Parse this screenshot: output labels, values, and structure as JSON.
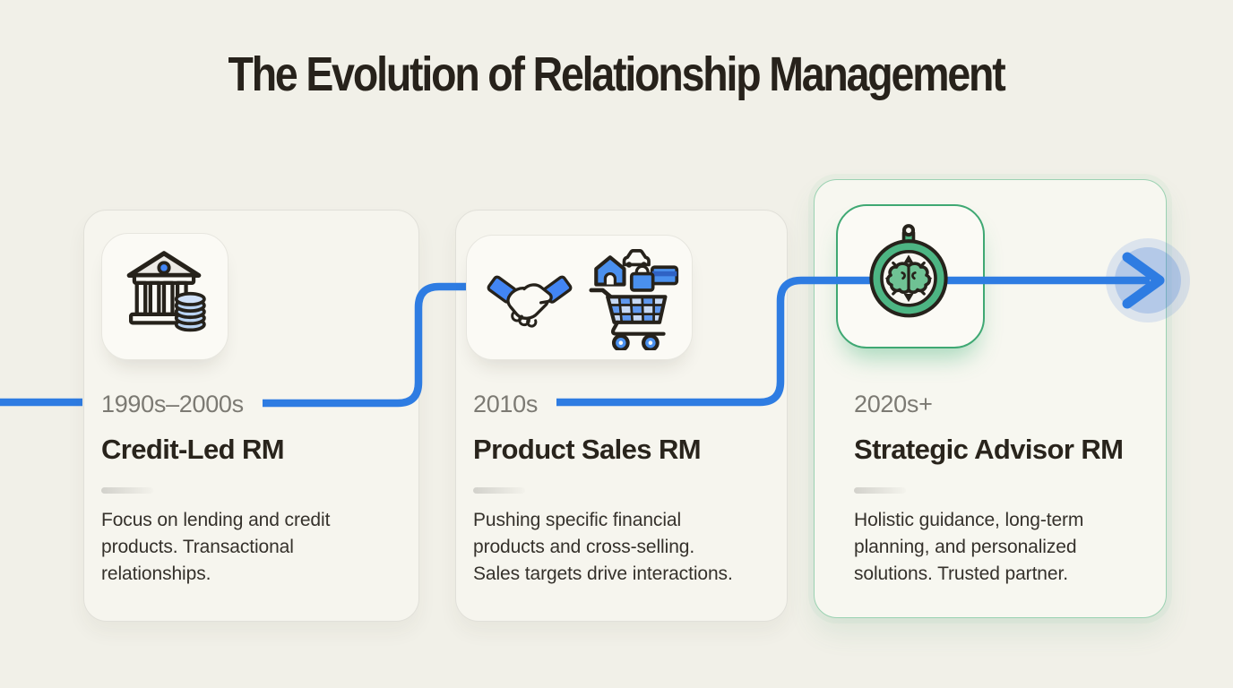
{
  "header": {
    "title": "The Evolution of Relationship Management"
  },
  "timeline": {
    "direction": "left-to-right",
    "line_color": "#2e7ce2",
    "arrow_icon": "right-arrow",
    "stages_count": 3
  },
  "cards": [
    {
      "era": "1990s–2000s",
      "title": "Credit-Led RM",
      "desc_lines": [
        "Focus on lending and credit",
        "products. Transactional",
        "relationships."
      ],
      "icons": [
        "bank-columns-icon",
        "coin-stack-icon"
      ],
      "highlighted": false
    },
    {
      "era": "2010s",
      "title": "Product Sales RM",
      "desc_lines": [
        "Pushing specific financial",
        "products and cross-selling.",
        "Sales targets drive interactions."
      ],
      "icons": [
        "handshake-icon",
        "shopping-cart-products-icon"
      ],
      "highlighted": false
    },
    {
      "era": "2020s+",
      "title": "Strategic Advisor RM",
      "desc_lines": [
        "Holistic guidance, long-term",
        "planning, and personalized",
        "solutions. Trusted partner."
      ],
      "icons": [
        "compass-brain-icon"
      ],
      "highlighted": true
    }
  ],
  "colors": {
    "background": "#f1f0e8",
    "accent_blue": "#2e7ce2",
    "icon_blue": "#4285f4",
    "accent_green": "#3fa873",
    "highlight_border_green": "#9bd2b2",
    "title_text": "#27221b",
    "era_text": "#7c7a73",
    "body_text": "#35312b",
    "outline_dark": "#26221b"
  }
}
